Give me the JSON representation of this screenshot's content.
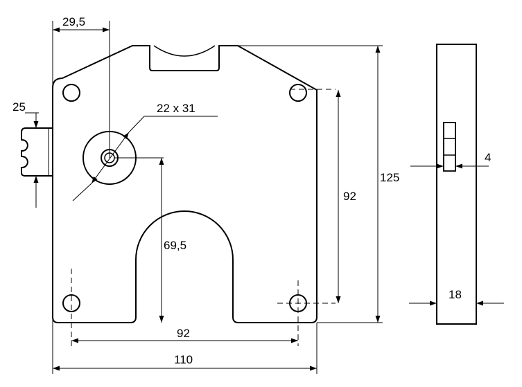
{
  "drawing": {
    "dims": {
      "top_offset": "29,5",
      "hub_size": "22 x 31",
      "left_tab": "25",
      "hole_spacing_vertical": "92",
      "total_height": "125",
      "cutout_height": "69,5",
      "hole_spacing_horizontal": "92",
      "total_width": "110",
      "side_bolt": "4",
      "side_thickness": "18"
    }
  }
}
